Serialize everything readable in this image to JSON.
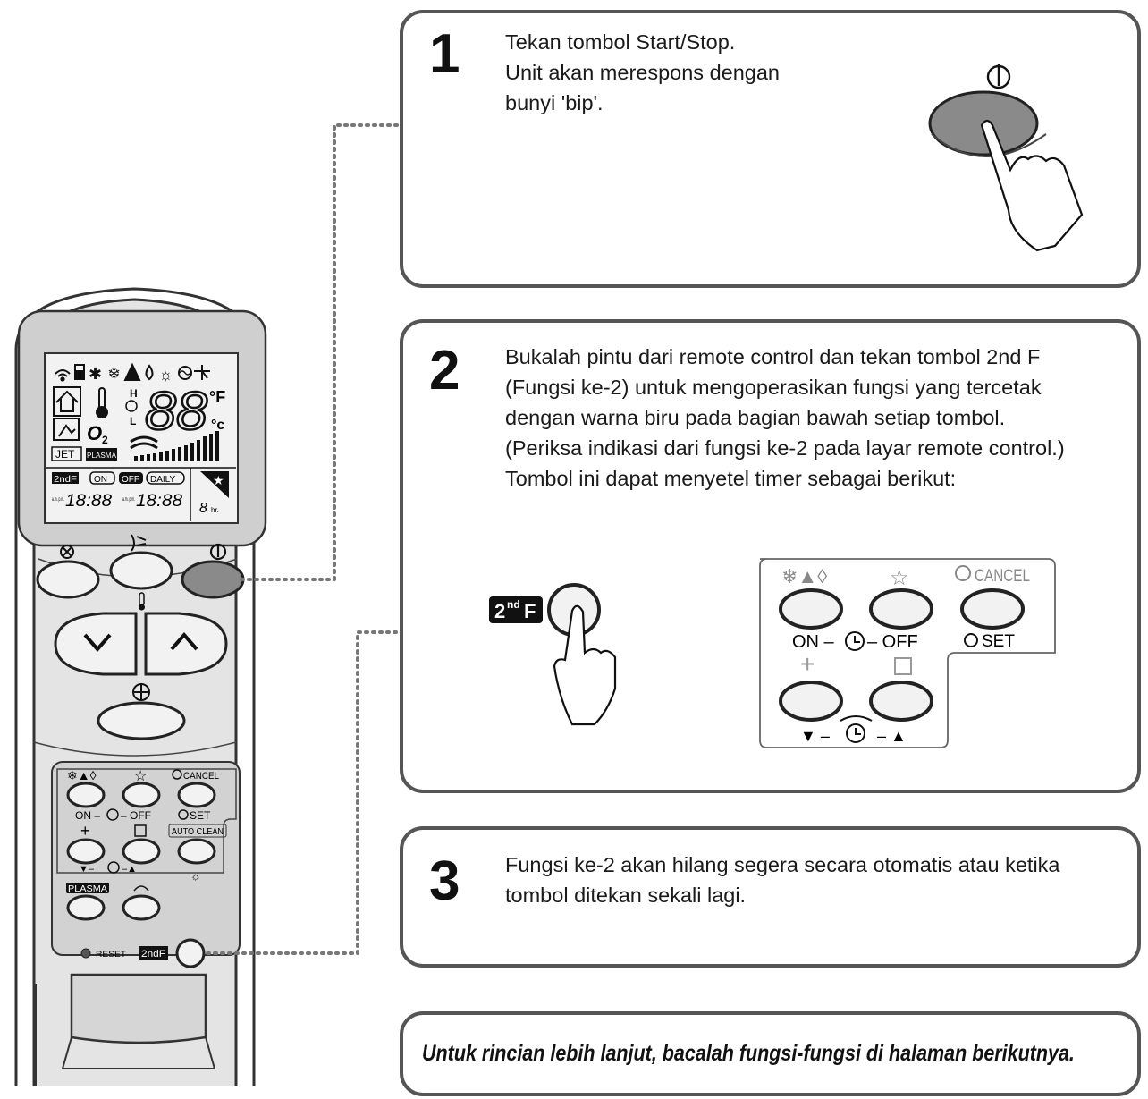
{
  "steps": [
    {
      "number": "1",
      "lines": [
        "Tekan tombol Start/Stop.",
        "Unit akan merespons dengan",
        "bunyi 'bip'."
      ]
    },
    {
      "number": "2",
      "lines": [
        "Bukalah pintu dari remote control dan tekan tombol 2nd F",
        "(Fungsi ke-2) untuk mengoperasikan fungsi yang tercetak",
        "dengan warna biru pada bagian bawah setiap tombol.",
        "(Periksa indikasi dari fungsi ke-2 pada layar remote control.)",
        "Tombol ini dapat menyetel timer sebagai berikut:"
      ]
    },
    {
      "number": "3",
      "lines": [
        "Fungsi ke-2 akan hilang segera secara otomatis atau ketika",
        "tombol ditekan sekali lagi."
      ]
    }
  ],
  "note": "Untuk rincian lebih lanjut, bacalah fungsi-fungsi di halaman berikutnya.",
  "remote": {
    "display": {
      "temp_digits": "88",
      "unit_f": "°F",
      "unit_c": "°c",
      "fan_high": "H",
      "fan_low": "L",
      "o2_label": "O",
      "o2_sub": "2",
      "jet_label": "JET",
      "plasma_label": "PLASMA",
      "secondf_label": "2ndF",
      "on_label": "ON",
      "off_label": "OFF",
      "daily_label": "DAILY",
      "ampm": "a.m. p.m.",
      "timer_digits": "18:88",
      "hours_digit": "8",
      "hours_unit": "hr."
    },
    "lower_panel": {
      "cancel_label": "CANCEL",
      "on_label": "ON –",
      "off_label": "– OFF",
      "set_label": "SET",
      "auto_clean_label": "AUTO CLEAN",
      "plasma_label": "PLASMA",
      "reset_label": "RESET",
      "secondf_label": "2ndF"
    }
  },
  "step2_illustration": {
    "badge_main": "2",
    "badge_sup": "nd",
    "badge_end": "F",
    "cancel_label": "CANCEL",
    "on_label": "ON –",
    "off_label": "– OFF",
    "set_label": "SET",
    "down_label": "▼ –",
    "up_label": "– ▲"
  },
  "colors": {
    "border": "#555555",
    "button_fill": "#f2f2f2",
    "power_fill": "#8a8a8a",
    "screen": "#e6e6e6",
    "body": "#e4e4e4"
  }
}
